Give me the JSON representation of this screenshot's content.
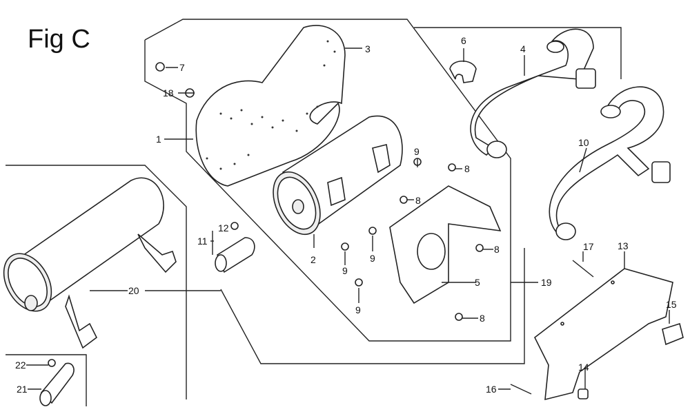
{
  "figure": {
    "title": "Fig C"
  },
  "callouts": [
    "1",
    "2",
    "3",
    "4",
    "5",
    "6",
    "7",
    "8",
    "8",
    "8",
    "8",
    "9",
    "9",
    "9",
    "9",
    "10",
    "11",
    "12",
    "13",
    "14",
    "15",
    "16",
    "17",
    "18",
    "19",
    "20",
    "21",
    "22"
  ]
}
